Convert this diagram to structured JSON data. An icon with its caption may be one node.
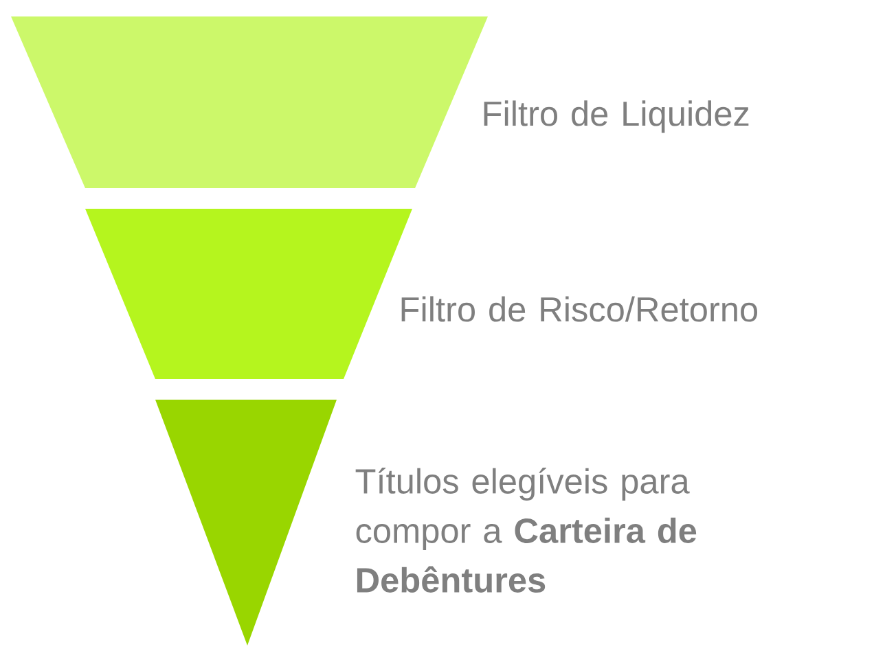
{
  "diagram": {
    "nodes": [
      {
        "text": [],
        "shape": "trapezoid",
        "beside": [
          "Filtro de Liquidez"
        ]
      },
      {
        "text": [],
        "shape": "trapezoid",
        "beside": [
          "Filtro de Risco/Retorno"
        ]
      },
      {
        "text": [],
        "shape": "triangle",
        "beside": [
          "Títulos elegíveis para compor a **Carteira de Debêntures**"
        ]
      }
    ]
  }
}
